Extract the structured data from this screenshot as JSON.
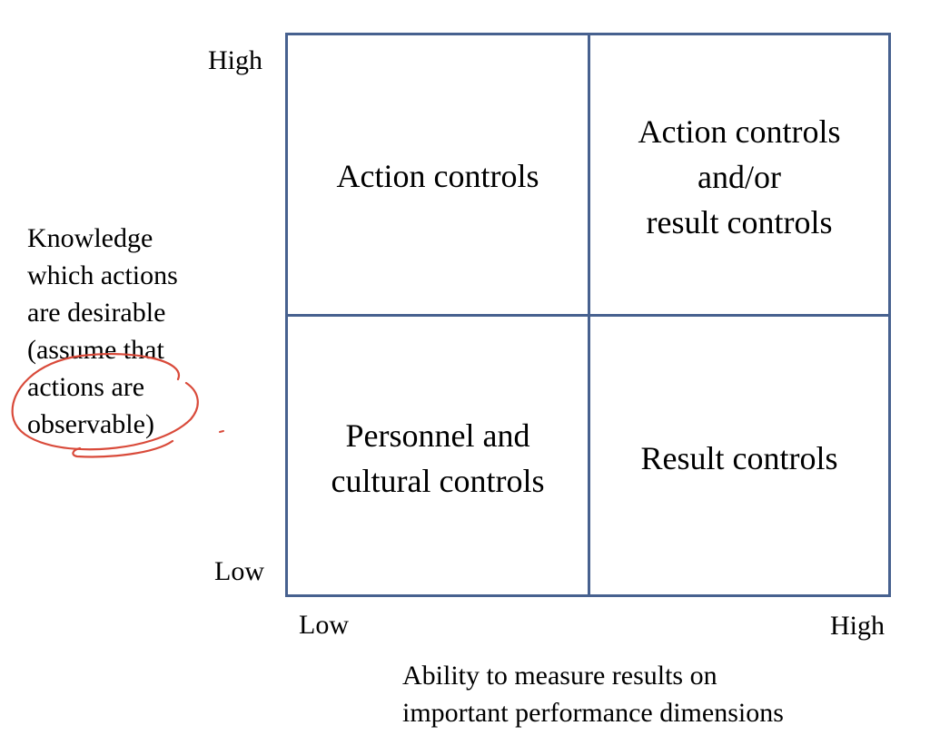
{
  "matrix": {
    "top_left": "Action controls",
    "top_right": "Action controls\nand/or\nresult controls",
    "bottom_left": "Personnel and\ncultural controls",
    "bottom_right": "Result controls"
  },
  "y_axis": {
    "title": "Knowledge\nwhich actions\nare desirable\n(assume that\n actions are\n observable)",
    "high": "High",
    "low": "Low"
  },
  "x_axis": {
    "title": "Ability to measure results on\nimportant performance dimensions",
    "low": "Low",
    "high": "High"
  },
  "colors": {
    "grid": "#47618f",
    "annotation": "#d94a3a"
  }
}
